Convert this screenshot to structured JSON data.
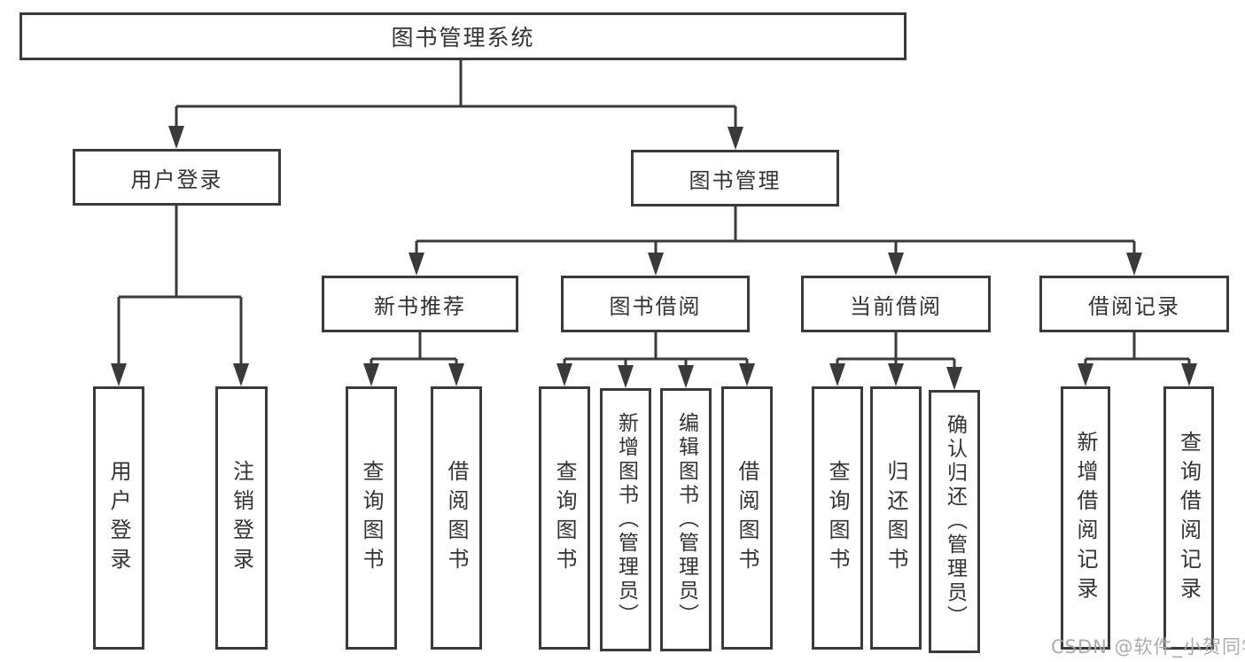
{
  "diagram": {
    "root": "图书管理系统",
    "branches": {
      "user_login": {
        "label": "用户登录",
        "children": {
          "login": "用户登录",
          "logout": "注销登录"
        }
      },
      "book_mgmt": {
        "label": "图书管理",
        "sections": {
          "new_book": {
            "label": "新书推荐",
            "children": {
              "query": "查询图书",
              "borrow": "借阅图书"
            }
          },
          "borrowing": {
            "label": "图书借阅",
            "children": {
              "query": "查询图书",
              "add": "新增图书（管理员）",
              "edit": "编辑图书（管理员）",
              "borrow": "借阅图书"
            }
          },
          "current": {
            "label": "当前借阅",
            "children": {
              "query": "查询图书",
              "return": "归还图书",
              "confirm": "确认归还（管理员）"
            }
          },
          "records": {
            "label": "借阅记录",
            "children": {
              "add": "新增借阅记录",
              "query": "查询借阅记录"
            }
          }
        }
      }
    }
  },
  "watermark": "CSDN @软件_小贺同学",
  "colors": {
    "line": "#3a3a3a",
    "border": "#3a3a3a",
    "text": "#333333",
    "watermark": "#a8a8a8",
    "background": "#ffffff"
  }
}
